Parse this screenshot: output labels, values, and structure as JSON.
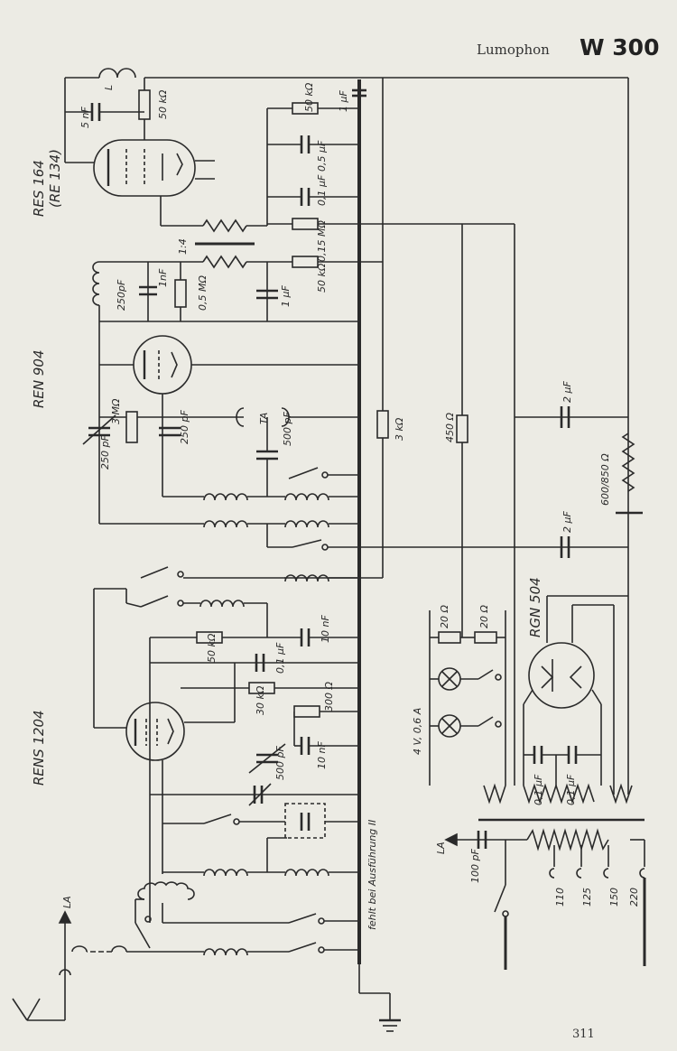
{
  "header": {
    "maker": "Lumophon",
    "model": "W 300"
  },
  "page_number": "311",
  "tubes": [
    "RES 164",
    "(RE 134)",
    "REN 904",
    "RENS 1204",
    "RGN 504"
  ],
  "labels": {
    "l": "L",
    "c_5nf": "5 nF",
    "r_50k_top": "50 kΩ",
    "r_50k_2": "50 kΩ",
    "c_1uf_top": "1 μF",
    "c_05uf": "0,5 μF",
    "c_01uf": "0,1 μF",
    "r_015m": "0,15 MΩ",
    "r_50k_3": "50 kΩ",
    "ratio": "1:4",
    "c_1nf": "1nF",
    "c_250pf_a": "250pF",
    "r_05m": "0,5 MΩ",
    "c_1uf_2": "1 μF",
    "r_3m": "3 MΩ",
    "c_250pf_b": "250 pF",
    "c_250pf_c": "250 pF",
    "ta": "TA",
    "c_500pf_a": "500 pF",
    "r_3k": "3 kΩ",
    "r_450": "450 Ω",
    "c_2uf_a": "2 μF",
    "r_600": "600/850 Ω",
    "c_2uf_b": "2 μF",
    "r_20_a": "20 Ω",
    "r_20_b": "20 Ω",
    "lamp": "4 V, 0,6 A",
    "c_10nf_a": "10 nF",
    "r_50k_4": "50 kΩ",
    "c_01uf_2": "0,1 μF",
    "r_30k": "30 kΩ",
    "r_300": "300 Ω",
    "c_500pf_b": "500 pF",
    "c_10nf_b": "10 nF",
    "c_01uf_3": "0,1 μF",
    "c_01uf_4": "0,1 μF",
    "note": "fehlt bei Ausführung II",
    "la_right": "LA",
    "c_100pf": "100 pF",
    "la_left": "LA",
    "taps": [
      "110",
      "125",
      "150",
      "220"
    ]
  }
}
